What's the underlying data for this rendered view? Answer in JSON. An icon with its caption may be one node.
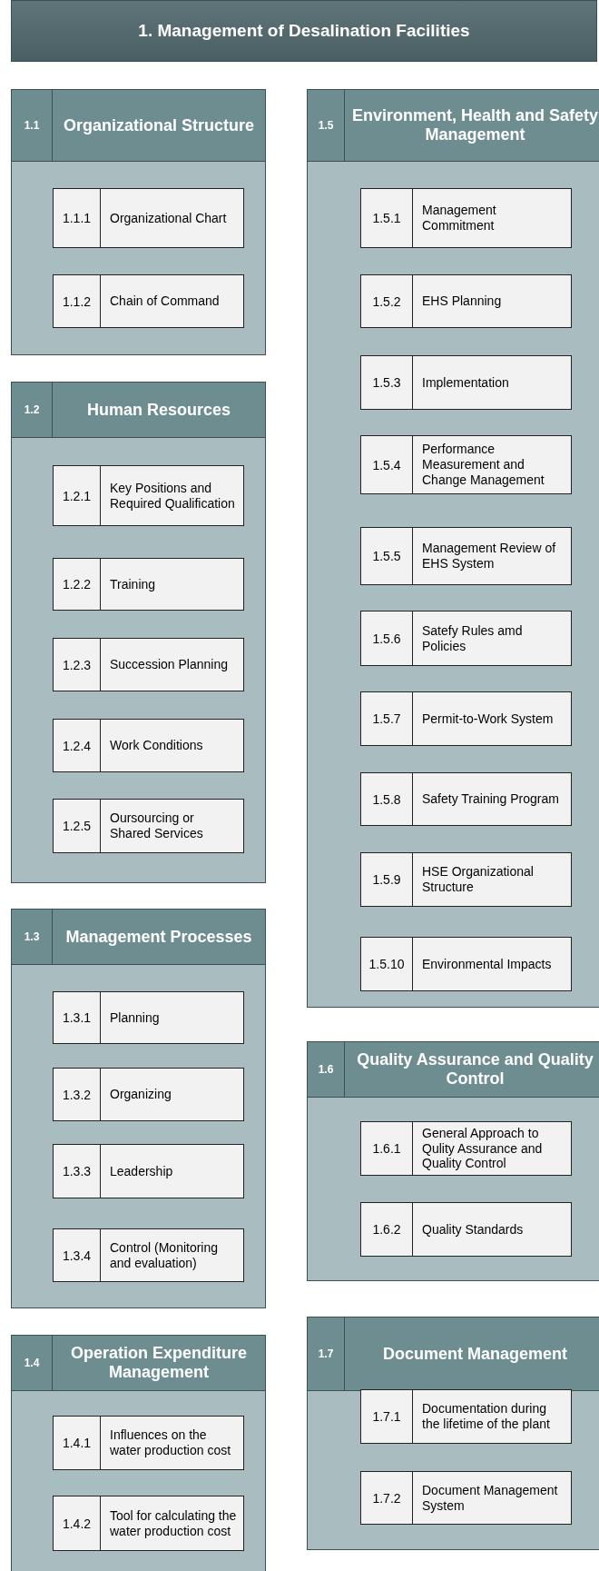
{
  "diagram": {
    "nodes": [
      {
        "text": [
          "1. Management of Desalination Facilities"
        ]
      },
      {
        "text": [
          "1.1",
          "Organizational Structure"
        ]
      },
      {
        "text": [
          "1.1.1",
          "Organizational Chart"
        ],
        "in": 1
      },
      {
        "text": [
          "1.1.2",
          "Chain of Command"
        ],
        "in": 1
      },
      {
        "text": [
          "1.2",
          "Human Resources"
        ]
      },
      {
        "text": [
          "1.2.1",
          "Key Positions and Required Qualification"
        ],
        "in": 4
      },
      {
        "text": [
          "1.2.2",
          "Training"
        ],
        "in": 4
      },
      {
        "text": [
          "1.2.3",
          "Succession Planning"
        ],
        "in": 4
      },
      {
        "text": [
          "1.2.4",
          "Work Conditions"
        ],
        "in": 4
      },
      {
        "text": [
          "1.2.5",
          "Oursourcing or Shared Services"
        ],
        "in": 4
      },
      {
        "text": [
          "1.3",
          "Management Processes"
        ]
      },
      {
        "text": [
          "1.3.1",
          "Planning"
        ],
        "in": 10
      },
      {
        "text": [
          "1.3.2",
          "Organizing"
        ],
        "in": 10
      },
      {
        "text": [
          "1.3.3",
          "Leadership"
        ],
        "in": 10
      },
      {
        "text": [
          "1.3.4",
          "Control (Monitoring and evaluation)"
        ],
        "in": 10
      },
      {
        "text": [
          "1.4",
          "Operation Expenditure Management"
        ]
      },
      {
        "text": [
          "1.4.1",
          "Influences on the water production cost"
        ],
        "in": 15
      },
      {
        "text": [
          "1.4.2",
          "Tool for calculating the water production cost"
        ],
        "in": 15
      },
      {
        "text": [
          "1.5",
          "Environment, Health and Safety Management"
        ]
      },
      {
        "text": [
          "1.5.1",
          "Management Commitment"
        ],
        "in": 18
      },
      {
        "text": [
          "1.5.2",
          "EHS Planning"
        ],
        "in": 18
      },
      {
        "text": [
          "1.5.3",
          "Implementation"
        ],
        "in": 18
      },
      {
        "text": [
          "1.5.4",
          "Performance Measurement and Change Management"
        ],
        "in": 18
      },
      {
        "text": [
          "1.5.5",
          "Management Review of EHS System"
        ],
        "in": 18
      },
      {
        "text": [
          "1.5.6",
          "Satefy Rules amd Policies"
        ],
        "in": 18
      },
      {
        "text": [
          "1.5.7",
          "Permit-to-Work System"
        ],
        "in": 18
      },
      {
        "text": [
          "1.5.8",
          "Safety Training Program"
        ],
        "in": 18
      },
      {
        "text": [
          "1.5.9",
          "HSE Organizational Structure"
        ],
        "in": 18
      },
      {
        "text": [
          "1.5.10",
          "Environmental Impacts"
        ],
        "in": 18
      },
      {
        "text": [
          "1.6",
          "Quality Assurance and Quality Control"
        ]
      },
      {
        "text": [
          "1.6.1",
          "General Approach to Qulity Assurance and Quality Control"
        ],
        "in": 29
      },
      {
        "text": [
          "1.6.2",
          "Quality Standards"
        ],
        "in": 29
      },
      {
        "text": [
          "1.7",
          "Document Management"
        ]
      },
      {
        "text": [
          "1.7.1",
          "Documentation during the lifetime of the plant"
        ],
        "in": 32
      },
      {
        "text": [
          "1.7.2",
          "Document Management System"
        ],
        "in": 32
      }
    ],
    "edges": []
  }
}
